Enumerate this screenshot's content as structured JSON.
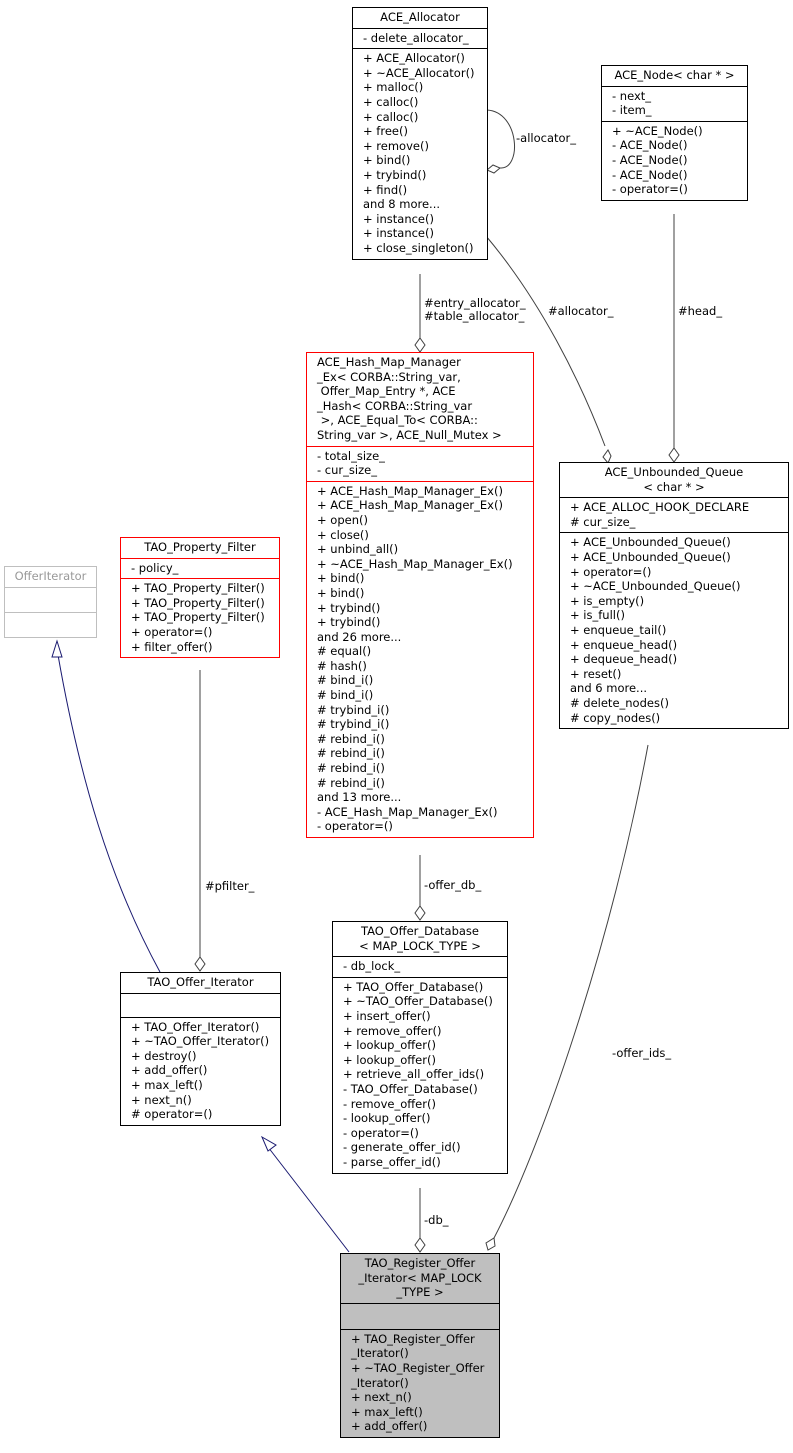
{
  "classes": {
    "allocator": {
      "title": "ACE_Allocator",
      "attributes": [
        "- delete_allocator_"
      ],
      "methods": [
        "+ ACE_Allocator()",
        "+ ~ACE_Allocator()",
        "+ malloc()",
        "+ calloc()",
        "+ calloc()",
        "+ free()",
        "+ remove()",
        "+ bind()",
        "+ trybind()",
        "+ find()",
        "and 8 more...",
        "+ instance()",
        "+ instance()",
        "+ close_singleton()"
      ]
    },
    "node": {
      "title": "ACE_Node< char * >",
      "attributes": [
        "- next_",
        "- item_"
      ],
      "methods": [
        "+ ~ACE_Node()",
        "- ACE_Node()",
        "- ACE_Node()",
        "- ACE_Node()",
        "- operator=()"
      ]
    },
    "hashmap": {
      "title": "ACE_Hash_Map_Manager\n_Ex< CORBA::String_var,\n Offer_Map_Entry *, ACE\n_Hash< CORBA::String_var\n >, ACE_Equal_To< CORBA::\nString_var >, ACE_Null_Mutex >",
      "attributes": [
        "- total_size_",
        "- cur_size_"
      ],
      "methods": [
        "+ ACE_Hash_Map_Manager_Ex()",
        "+ ACE_Hash_Map_Manager_Ex()",
        "+ open()",
        "+ close()",
        "+ unbind_all()",
        "+ ~ACE_Hash_Map_Manager_Ex()",
        "+ bind()",
        "+ bind()",
        "+ trybind()",
        "+ trybind()",
        "and 26 more...",
        "# equal()",
        "# hash()",
        "# bind_i()",
        "# bind_i()",
        "# trybind_i()",
        "# trybind_i()",
        "# rebind_i()",
        "# rebind_i()",
        "# rebind_i()",
        "# rebind_i()",
        "and 13 more...",
        "- ACE_Hash_Map_Manager_Ex()",
        "- operator=()"
      ]
    },
    "queue": {
      "title": "ACE_Unbounded_Queue\n< char * >",
      "attributes": [
        "+ ACE_ALLOC_HOOK_DECLARE",
        "# cur_size_"
      ],
      "methods": [
        "+ ACE_Unbounded_Queue()",
        "+ ACE_Unbounded_Queue()",
        "+ operator=()",
        "+ ~ACE_Unbounded_Queue()",
        "+ is_empty()",
        "+ is_full()",
        "+ enqueue_tail()",
        "+ enqueue_head()",
        "+ dequeue_head()",
        "+ reset()",
        "and 6 more...",
        "# delete_nodes()",
        "# copy_nodes()"
      ]
    },
    "offer_iterator_base": {
      "title": "OfferIterator",
      "attributes": [],
      "methods": []
    },
    "property_filter": {
      "title": "TAO_Property_Filter",
      "attributes": [
        "- policy_"
      ],
      "methods": [
        "+ TAO_Property_Filter()",
        "+ TAO_Property_Filter()",
        "+ TAO_Property_Filter()",
        "+ operator=()",
        "+ filter_offer()"
      ]
    },
    "offer_database": {
      "title": "TAO_Offer_Database\n< MAP_LOCK_TYPE >",
      "attributes": [
        "- db_lock_"
      ],
      "methods": [
        "+ TAO_Offer_Database()",
        "+ ~TAO_Offer_Database()",
        "+ insert_offer()",
        "+ remove_offer()",
        "+ lookup_offer()",
        "+ lookup_offer()",
        "+ retrieve_all_offer_ids()",
        "- TAO_Offer_Database()",
        "- remove_offer()",
        "- lookup_offer()",
        "- operator=()",
        "- generate_offer_id()",
        "- parse_offer_id()"
      ]
    },
    "offer_iterator": {
      "title": "TAO_Offer_Iterator",
      "attributes": [],
      "methods": [
        "+ TAO_Offer_Iterator()",
        "+ ~TAO_Offer_Iterator()",
        "+ destroy()",
        "+ add_offer()",
        "+ max_left()",
        "+ next_n()",
        "# operator=()"
      ]
    },
    "register_offer_iterator": {
      "title": "TAO_Register_Offer\n_Iterator< MAP_LOCK\n_TYPE >",
      "attributes": [],
      "methods": [
        "+ TAO_Register_Offer\n_Iterator()",
        "+ ~TAO_Register_Offer\n_Iterator()",
        "+ next_n()",
        "+ max_left()",
        "+ add_offer()"
      ]
    }
  },
  "edge_labels": {
    "self_allocator": "-allocator_",
    "entry_table_allocator": "#entry_allocator_\n#table_allocator_",
    "queue_allocator": "#allocator_",
    "head": "#head_",
    "offer_db": "-offer_db_",
    "pfilter": "#pfilter_",
    "offer_ids": "-offer_ids_",
    "db": "-db_"
  },
  "colors": {
    "association": "#404040",
    "inheritance": "#191970",
    "template_border": "#ff0000",
    "undocumented_border": "#bfbfbf",
    "focus_fill": "#bfbfbf"
  }
}
